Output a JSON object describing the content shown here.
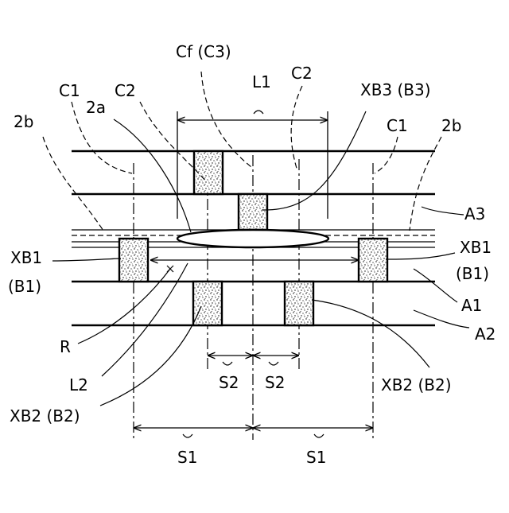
{
  "labels": {
    "cf_c3": "Cf (C3)",
    "l1": "L1",
    "c2_top_right": "C2",
    "c1_top_left": "C1",
    "c2_top_left": "C2",
    "xb3_b3": "XB3 (B3)",
    "b2b_left": "2b",
    "a2a": "2a",
    "c1_right": "C1",
    "b2b_right": "2b",
    "a3": "A3",
    "xb1_left": "XB1",
    "b1_left": "(B1)",
    "xb1_right": "XB1",
    "b1_right": "(B1)",
    "a1": "A1",
    "a2": "A2",
    "r": "R",
    "l2": "L2",
    "xb2_b2_left": "XB2 (B2)",
    "xb2_b2_right": "XB2 (B2)",
    "s2_left": "S2",
    "s2_right": "S2",
    "s1_left": "S1",
    "s1_right": "S1"
  }
}
